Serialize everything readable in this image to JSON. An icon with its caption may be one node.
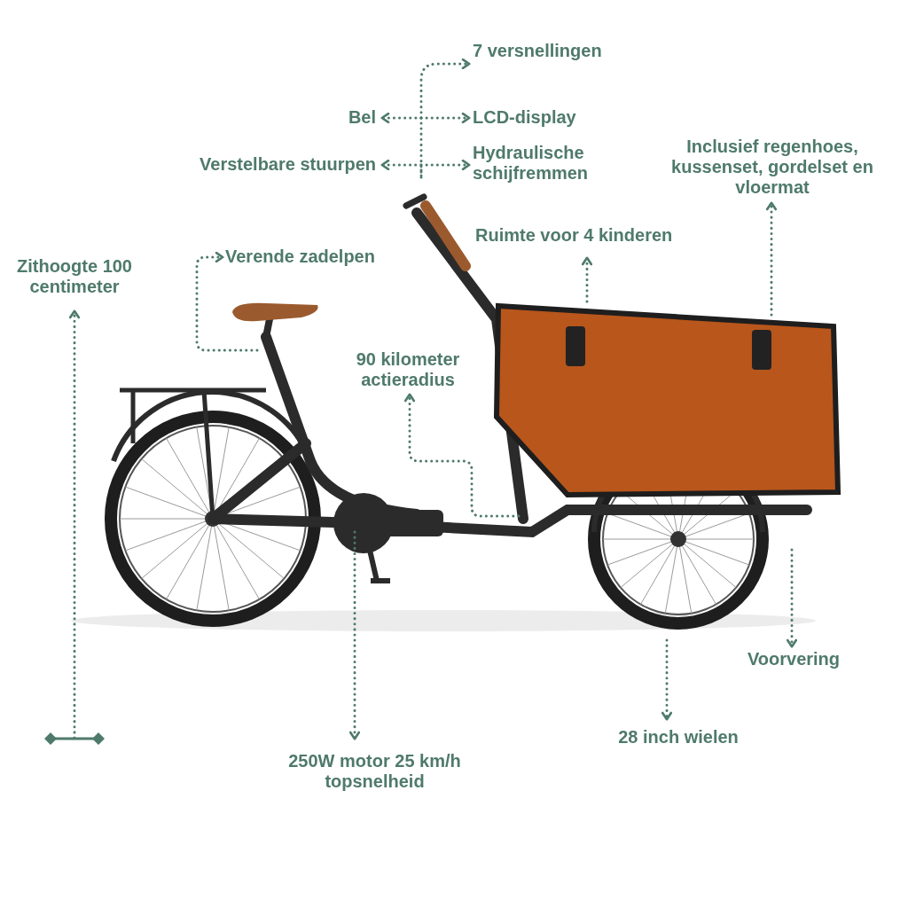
{
  "diagram": {
    "nodes": [
      {
        "text": [
          "7 versnellingen"
        ]
      },
      {
        "text": [
          "Bel"
        ]
      },
      {
        "text": [
          "LCD-display"
        ]
      },
      {
        "text": [
          "Verstelbare stuurpen"
        ]
      },
      {
        "text": [
          "Hydraulische schijfremmen"
        ]
      },
      {
        "text": [
          "Inclusief regenhoes, kussenset, gordelset en vloermat"
        ]
      },
      {
        "text": [
          "Verende zadelpen"
        ]
      },
      {
        "text": [
          "Ruimte voor 4 kinderen"
        ]
      },
      {
        "text": [
          "90 kilometer actieradius"
        ]
      },
      {
        "text": [
          "Voorvering"
        ]
      },
      {
        "text": [
          "28 inch wielen"
        ]
      },
      {
        "text": [
          "250W motor 25 km/h topsnelheid"
        ]
      }
    ],
    "edges": [
      {
        "from": null,
        "to": 0,
        "arrow": "to",
        "style": "dashed"
      },
      {
        "from": null,
        "to": 1,
        "arrow": "to",
        "style": "dashed"
      },
      {
        "from": null,
        "to": 2,
        "arrow": "to",
        "style": "dashed"
      },
      {
        "from": null,
        "to": 3,
        "arrow": "to",
        "style": "dashed"
      },
      {
        "from": null,
        "to": 4,
        "arrow": "to",
        "style": "dashed"
      },
      {
        "from": null,
        "to": 5,
        "arrow": "to",
        "style": "dashed"
      },
      {
        "from": null,
        "to": 6,
        "arrow": "to",
        "style": "dashed"
      },
      {
        "from": null,
        "to": 7,
        "arrow": "to",
        "style": "dashed"
      },
      {
        "from": null,
        "to": 8,
        "arrow": "to",
        "style": "dashed"
      },
      {
        "from": null,
        "to": 9,
        "arrow": "to",
        "style": "dashed"
      },
      {
        "from": null,
        "to": 10,
        "arrow": "to",
        "style": "dashed"
      },
      {
        "from": null,
        "to": 11,
        "arrow": "to",
        "style": "dashed"
      }
    ],
    "labels": [
      "Zithoogte 100 centimeter"
    ]
  }
}
